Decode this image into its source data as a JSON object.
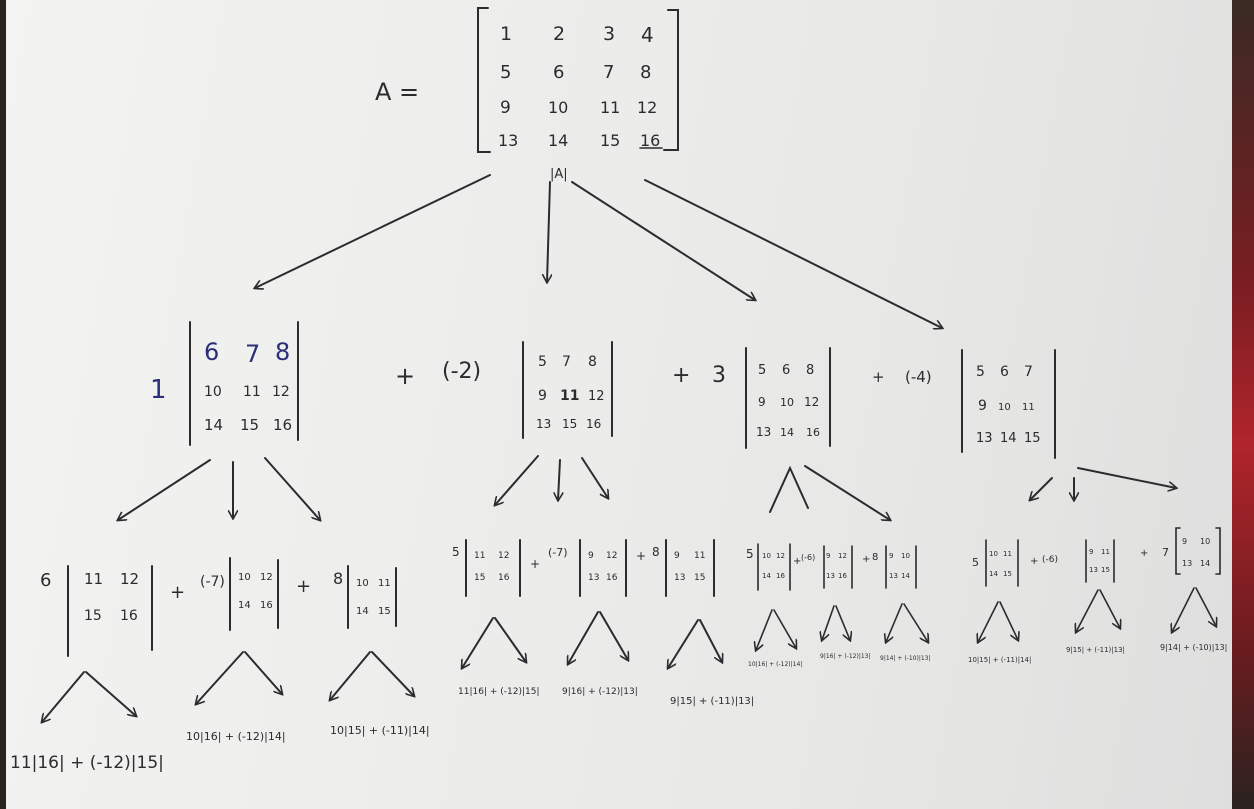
{
  "top": {
    "label": "A =",
    "matrix": [
      [
        "1",
        "2",
        "3",
        "4"
      ],
      [
        "5",
        "6",
        "7",
        "8"
      ],
      [
        "9",
        "10",
        "11",
        "12"
      ],
      [
        "13",
        "14",
        "15",
        "16"
      ]
    ],
    "det": "|A|"
  },
  "level1": [
    {
      "coef": "1",
      "op": "",
      "entries": [
        "6",
        "7",
        "8",
        "10",
        "11",
        "12",
        "14",
        "15",
        "16"
      ]
    },
    {
      "coef": "(-2)",
      "op": "+",
      "entries": [
        "5",
        "7",
        "8",
        "9",
        "11",
        "12",
        "13",
        "15",
        "16"
      ]
    },
    {
      "coef": "3",
      "op": "+",
      "entries": [
        "5",
        "6",
        "8",
        "9",
        "10",
        "12",
        "13",
        "14",
        "16"
      ]
    },
    {
      "coef": "(-4)",
      "op": "+",
      "entries": [
        "5",
        "6",
        "7",
        "9",
        "10",
        "11",
        "13",
        "14",
        "15"
      ]
    }
  ],
  "level2": [
    {
      "coef": "6",
      "op": "",
      "entries": [
        "11",
        "12",
        "15",
        "16"
      ]
    },
    {
      "coef": "(-7)",
      "op": "+",
      "entries": [
        "10",
        "12",
        "14",
        "16"
      ]
    },
    {
      "coef": "8",
      "op": "+",
      "entries": [
        "10",
        "11",
        "14",
        "15"
      ]
    },
    {
      "coef": "5",
      "op": "",
      "entries": [
        "11",
        "12",
        "15",
        "16"
      ]
    },
    {
      "coef": "(-7)",
      "op": "+",
      "entries": [
        "9",
        "12",
        "13",
        "16"
      ]
    },
    {
      "coef": "8",
      "op": "+",
      "entries": [
        "9",
        "11",
        "13",
        "15"
      ]
    },
    {
      "coef": "5",
      "op": "",
      "entries": [
        "10",
        "12",
        "14",
        "16"
      ]
    },
    {
      "coef": "(-6)",
      "op": "+",
      "entries": [
        "9",
        "12",
        "13",
        "16"
      ]
    },
    {
      "coef": "8",
      "op": "+",
      "entries": [
        "9",
        "10",
        "13",
        "14"
      ]
    },
    {
      "coef": "5",
      "op": "",
      "entries": [
        "10",
        "11",
        "14",
        "15"
      ]
    },
    {
      "coef": "(-6)",
      "op": "+",
      "entries": [
        "9",
        "11",
        "13",
        "15"
      ]
    },
    {
      "coef": "7",
      "op": "+",
      "entries": [
        "9",
        "10",
        "13",
        "14"
      ]
    }
  ],
  "level3": [
    "11|16| + (-12)|15|",
    "10|16| + (-12)|14|",
    "10|15| + (-11)|14|",
    "11|16| + (-12)|15|",
    "9|16| + (-12)|13|",
    "9|15| + (-11)|13|",
    "10|16| + (-12)|14|",
    "9|16| + (-12)|13|",
    "9|14| + (-10)|13|",
    "10|15| + (-11)|14|",
    "9|15| + (-11)|13|",
    "9|14| + (-10)|13|"
  ],
  "ink_color": "#2b2b30",
  "blue_ink_color": "#2a2f7a",
  "paper_color": "#ececea"
}
